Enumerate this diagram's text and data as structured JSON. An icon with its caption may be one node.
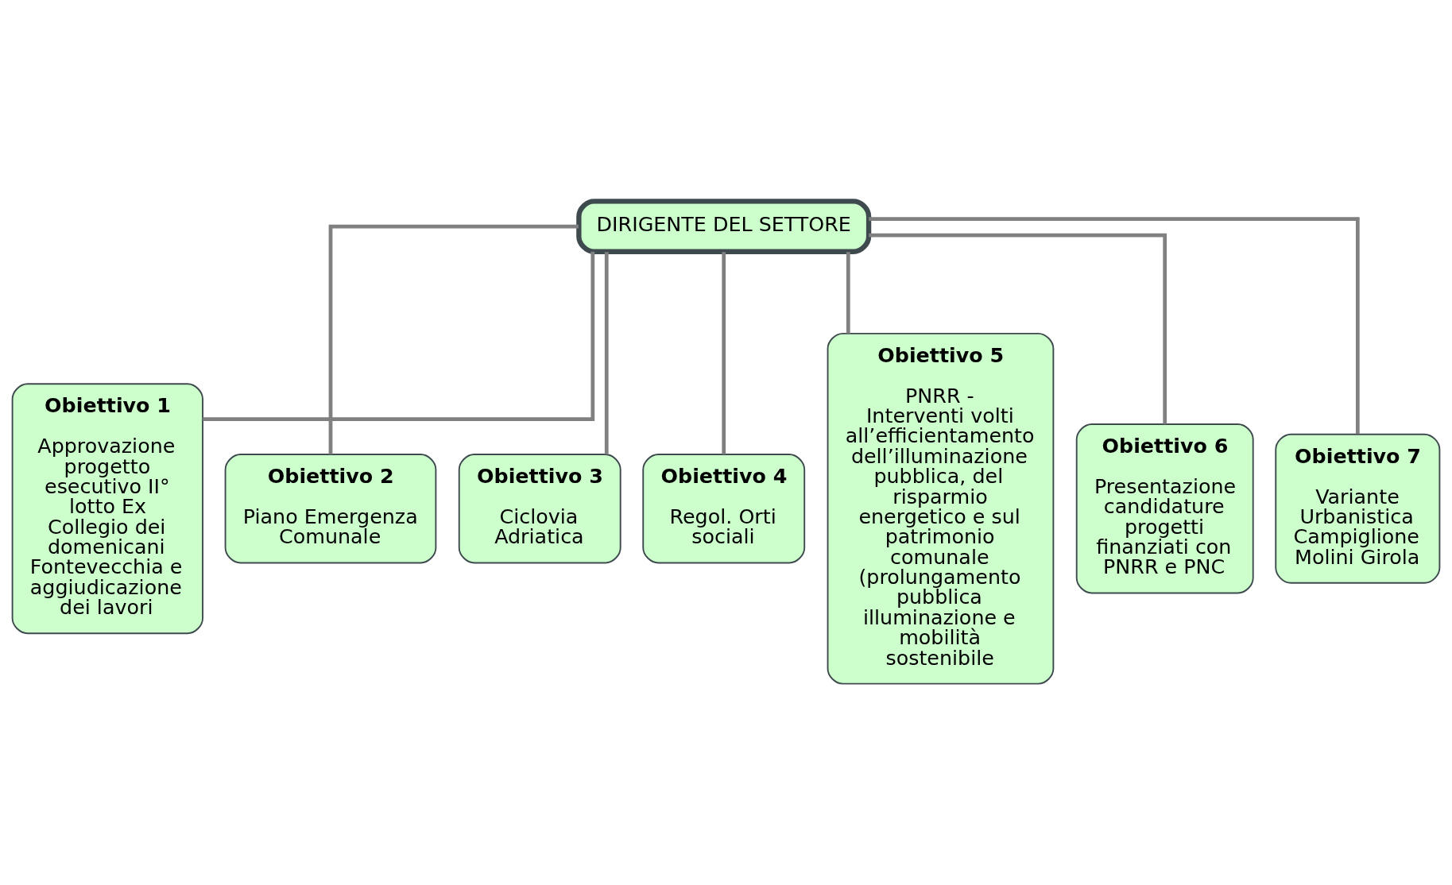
{
  "diagram": {
    "nodes": [
      {
        "text": [
          "DIRIGENTE DEL SETTORE"
        ]
      },
      {
        "text": [
          "Obiettivo 1",
          "Approvazione progetto esecutivo II° lotto Ex Collegio dei domenicani Fontevecchia e aggiudicazione dei lavori"
        ]
      },
      {
        "text": [
          "Obiettivo 2",
          "Piano Emergenza Comunale"
        ]
      },
      {
        "text": [
          "Obiettivo 3",
          "Ciclovia Adriatica"
        ]
      },
      {
        "text": [
          "Obiettivo 4",
          "Regol. Orti sociali"
        ]
      },
      {
        "text": [
          "Obiettivo 5",
          "PNRR - Interventi volti all’efficientamento dell’illuminazione pubblica, del risparmio energetico e sul patrimonio comunale (prolungamento pubblica illuminazione e mobilità sostenibile"
        ]
      },
      {
        "text": [
          "Obiettivo 6",
          "Presentazione candidature progetti finanziati con PNRR e PNC"
        ]
      },
      {
        "text": [
          "Obiettivo 7",
          "Variante Urbanistica Campiglione Molini Girola"
        ]
      }
    ],
    "edges": [
      {
        "from": 0,
        "to": 1,
        "arrow": "none"
      },
      {
        "from": 0,
        "to": 2,
        "arrow": "none"
      },
      {
        "from": 0,
        "to": 3,
        "arrow": "none"
      },
      {
        "from": 0,
        "to": 4,
        "arrow": "none"
      },
      {
        "from": 0,
        "to": 5,
        "arrow": "none"
      },
      {
        "from": 0,
        "to": 6,
        "arrow": "none"
      },
      {
        "from": 0,
        "to": 7,
        "arrow": "none"
      }
    ]
  }
}
